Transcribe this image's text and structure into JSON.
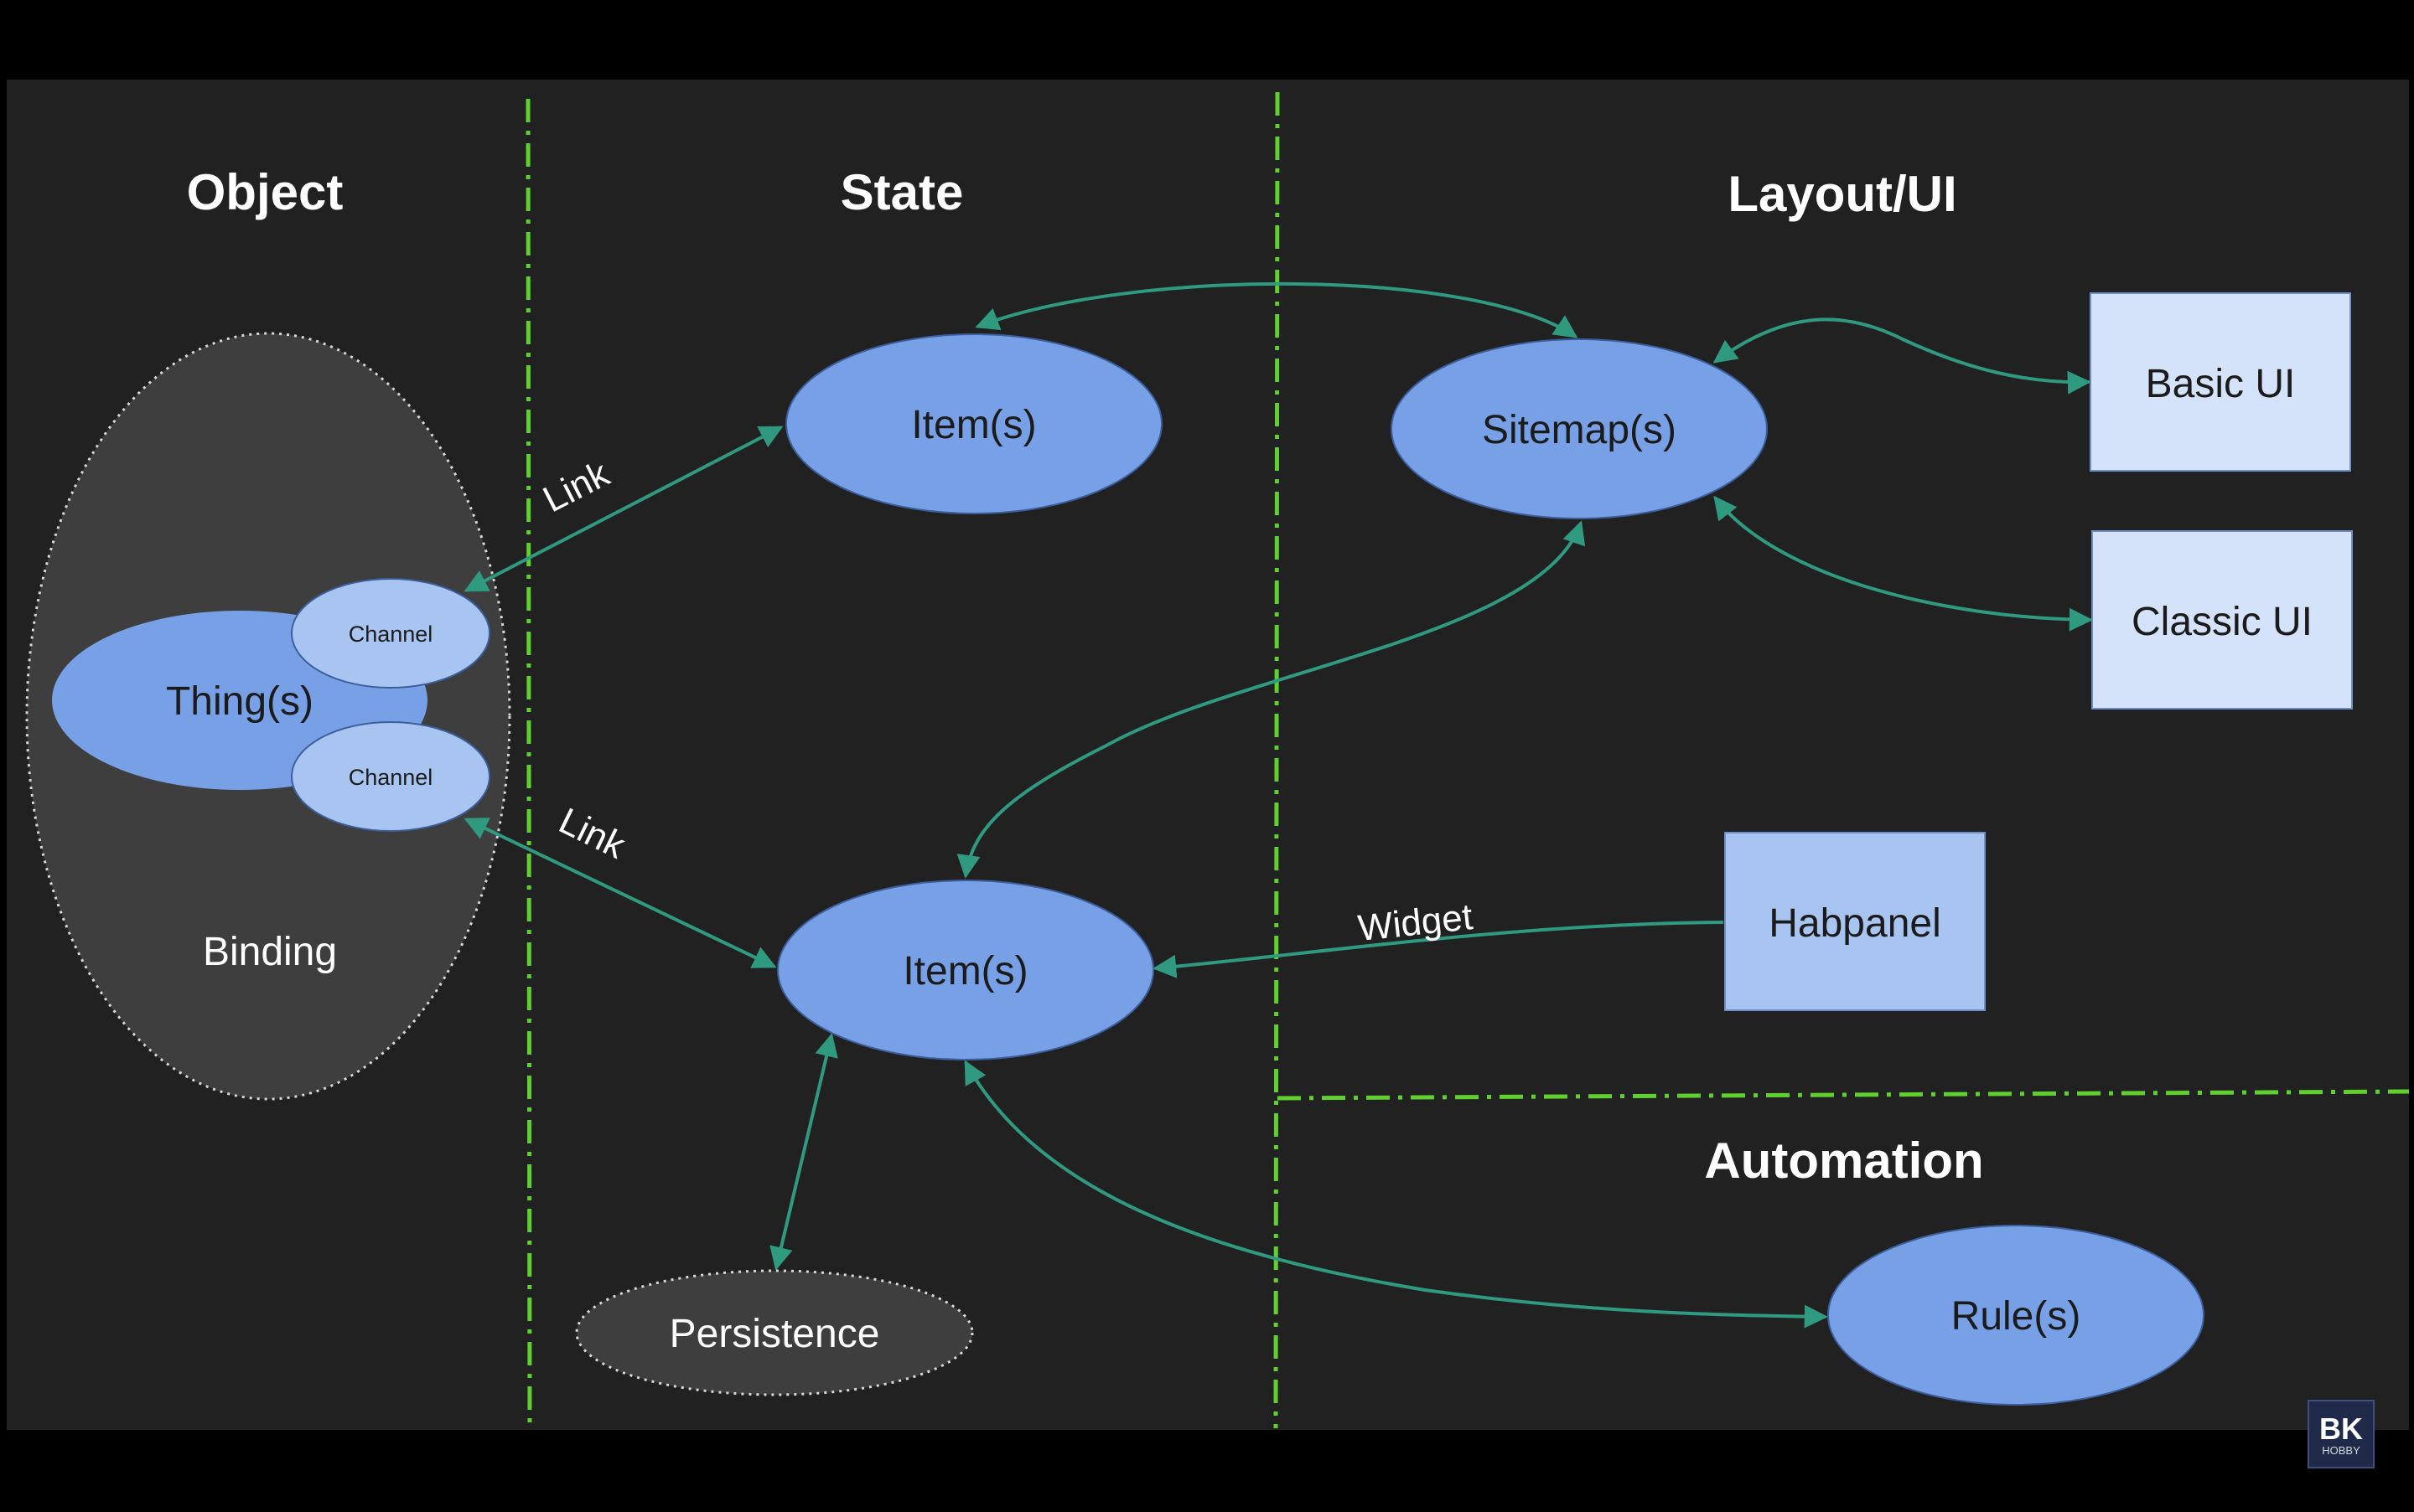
{
  "headings": {
    "object": "Object",
    "state": "State",
    "layout": "Layout/UI",
    "automation": "Automation"
  },
  "nodes": {
    "binding": "Binding",
    "things": "Thing(s)",
    "channel_top": "Channel",
    "channel_bottom": "Channel",
    "item_top": "Item(s)",
    "item_bottom": "Item(s)",
    "persistence": "Persistence",
    "sitemap": "Sitemap(s)",
    "basic_ui": "Basic UI",
    "classic_ui": "Classic UI",
    "habpanel": "Habpanel",
    "rules": "Rule(s)"
  },
  "edge_labels": {
    "link_top": "Link",
    "link_bottom": "Link",
    "widget": "Widget"
  },
  "logo": {
    "main": "BK",
    "sub": "HOBBY"
  },
  "colors": {
    "canvas": "#212121",
    "divider": "#5fd02e",
    "arrow": "#2f9a80",
    "ellipse": "#77a0e6",
    "channel": "#a8c4f1",
    "box": "#d4e2fa",
    "habpanel_box": "#a8c4f1",
    "binding_group": "#3e3e3e"
  }
}
